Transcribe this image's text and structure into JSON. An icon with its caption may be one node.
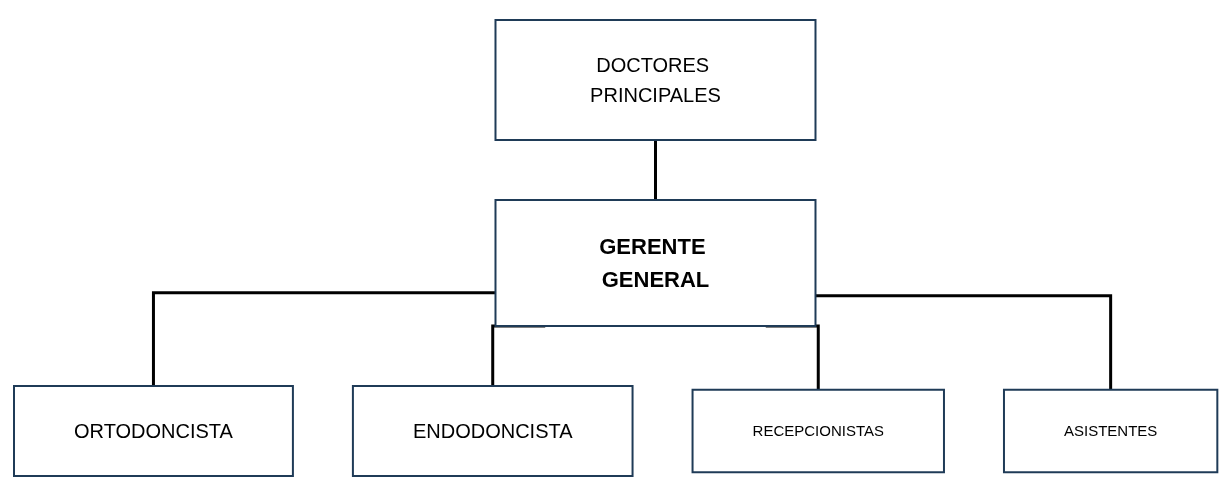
{
  "diagram": {
    "nodes": [
      {
        "text": [
          "GERENTE GENERAL"
        ]
      },
      {
        "text": [
          "DOCTORES PRINCIPALES"
        ]
      },
      {
        "text": [
          "ORTODONCISTA"
        ]
      },
      {
        "text": [
          "ENDODONCISTA"
        ]
      },
      {
        "text": [
          "RECEPCIONISTAS"
        ]
      },
      {
        "text": [
          "ASISTENTES"
        ]
      }
    ],
    "edges": [
      {
        "from": 1,
        "to": 0,
        "arrow": "none"
      },
      {
        "from": 0,
        "to": 2,
        "arrow": "none"
      },
      {
        "from": 0,
        "to": 3,
        "arrow": "none"
      },
      {
        "from": 0,
        "to": 4,
        "arrow": "none"
      },
      {
        "from": 0,
        "to": 5,
        "arrow": "none"
      }
    ]
  }
}
